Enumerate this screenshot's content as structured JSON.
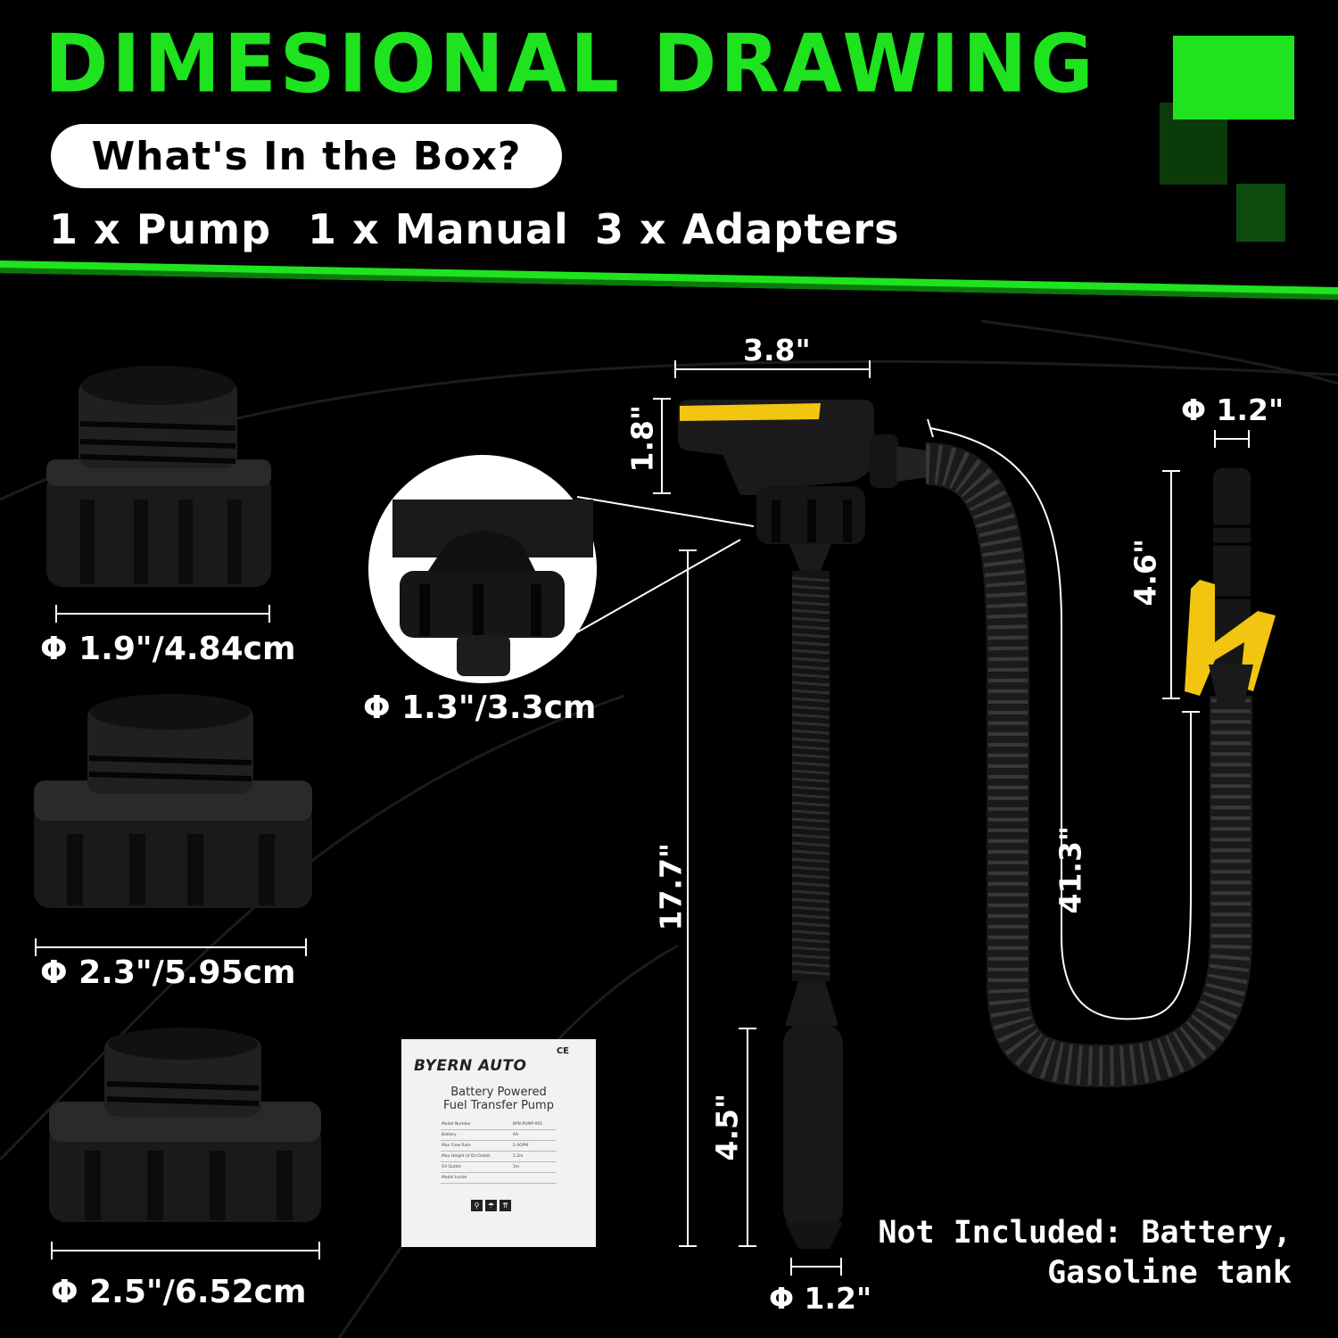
{
  "header": {
    "title": "DIMESIONAL DRAWING",
    "box_pill": "What's In the Box?",
    "box_items": [
      "1 x Pump",
      "1 x Manual",
      "3 x Adapters"
    ]
  },
  "adapters": [
    {
      "label": "Φ 1.9\"/4.84cm"
    },
    {
      "label": "Φ 2.3\"/5.95cm"
    },
    {
      "label": "Φ 2.5\"/6.52cm"
    }
  ],
  "zoom_label": "Φ 1.3\"/3.3cm",
  "dimensions": {
    "head_width": "3.8\"",
    "head_height": "1.8\"",
    "tube_length": "17.7\"",
    "handle_length": "4.5\"",
    "bottom_diameter": "Φ 1.2\"",
    "nozzle_diameter": "Φ 1.2\"",
    "nozzle_length": "4.6\"",
    "hose_length": "41.3\""
  },
  "manual": {
    "brand": "BYERN AUTO",
    "marks": "CE",
    "title_line1": "Battery Powered",
    "title_line2": "Fuel Transfer Pump",
    "rows": [
      [
        "Model Number",
        "BYN-PUMP-005"
      ],
      [
        "Battery",
        "AA"
      ],
      [
        "Max Flow Rate",
        "2.4GPM"
      ],
      [
        "Max Height of Oil Outlet",
        "1.2m"
      ],
      [
        "Oil Outlet",
        "1m"
      ],
      [
        "Model Inside",
        ""
      ]
    ]
  },
  "note": {
    "line1": "Not Included: Battery,",
    "line2": "Gasoline tank"
  },
  "colors": {
    "accent_green": "#1ee31e",
    "dark_green": "#0d4a0d",
    "pump_yellow": "#f2c511",
    "background": "#000000"
  }
}
